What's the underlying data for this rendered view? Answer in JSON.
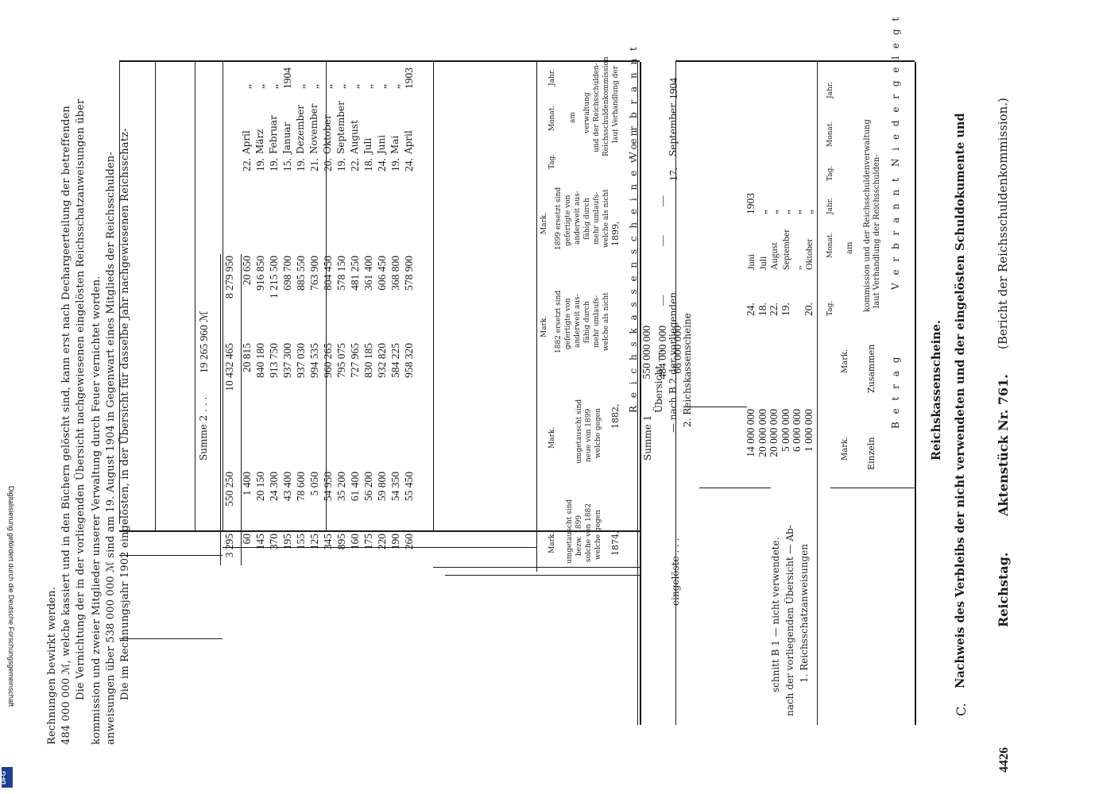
{
  "header": {
    "page_number": "4426",
    "left": "Reichstag.",
    "center": "Aktenstück Nr. 761.",
    "right": "(Bericht der Reichsschuldenkommission.)"
  },
  "section": {
    "letter": "C.",
    "title_line1": "Nachweis des Verbleibs der nicht verwendeten und der eingelösten Schuldokumente und",
    "title_line2": "Reichskassenscheine."
  },
  "table1": {
    "headers": {
      "betrag": "B e t r a g",
      "einzeln": "Einzeln",
      "zusammen": "Zusammen",
      "mark": "Mark.",
      "verbrannt": "V e r b r a n n t",
      "verbrannt_sub": [
        "laut Verhandlung der Reichsschulden-",
        "kommission und der Reichsschuldenverwaltung",
        "am"
      ],
      "niedergelegt": "N i e d e r g e l e g t",
      "tag": "Tag.",
      "monat": "Monat.",
      "jahr": "Jahr."
    },
    "item_label": [
      "1.  Reichsschatzanweisungen",
      "nach der vorliegenden Übersicht — Ab-",
      "schnitt B 1 — nicht verwendete."
    ],
    "eingeloeste_label": "eingelöste  .  .  .",
    "summe_label": "Summe 1",
    "einzeln_values": [
      "14 000 000",
      "20 000 000",
      "20 000 000",
      "5 000 000",
      "6 000 000",
      "1 000 000"
    ],
    "zusammen_values": [
      "66 000 000",
      "484 000 000",
      "550 000 000"
    ],
    "verbrannt_tag": [
      "24.",
      "18.",
      "22.",
      "19.",
      "",
      "20."
    ],
    "verbrannt_monat": [
      "Juni",
      "Juli",
      "August",
      "September",
      "„",
      "Oktober"
    ],
    "verbrannt_jahr": [
      "1903",
      "„",
      "„",
      "„",
      "„",
      "„"
    ],
    "niedergelegt_tag": "17.",
    "niedergelegt_monat": "September",
    "niedergelegt_jahr": "1904",
    "dash": "—"
  },
  "table2": {
    "headers": {
      "rks_von": "R e i c h s k a s s e n s c h e i n e   v o n",
      "y1874": "1874,",
      "c1874": [
        "welche gegen",
        "solche von 1882",
        "bezw. 1899",
        "umgetauscht sind"
      ],
      "y1882": "1882,",
      "c1882a": [
        "welche gegen",
        "neue von 1899",
        "umgetauscht sind"
      ],
      "c1882b": [
        "welche als nicht",
        "mehr umlaufs-",
        "fähig durch",
        "anderweit aus-",
        "gefertigte von",
        "1882 ersetzt sind"
      ],
      "y1899": "1899,",
      "c1899": [
        "welche als nicht",
        "mehr umlaufs-",
        "fähig durch",
        "anderweit aus-",
        "gefertigte von",
        "1899 ersetzt sind"
      ],
      "verbrannt": "V e r b r a n n t",
      "verbrannt_sub": [
        "laut Verhandlung der",
        "Reichsschuldenkommission",
        "und der Reichsschulden-",
        "verwaltung",
        "am"
      ],
      "mark": "Mark.",
      "tag": "Tag.",
      "monat": "Monat.",
      "jahr": "Jahr."
    },
    "item_label": [
      "2.  Reichskassenscheine",
      "— nach B 2 der vorliegenden",
      "Übersicht —."
    ],
    "col1874": [
      "260",
      "190",
      "220",
      "175",
      "160",
      "895",
      "345",
      "125",
      "155",
      "195",
      "370",
      "145",
      "60"
    ],
    "col1882a": [
      "55 450",
      "54 350",
      "59 800",
      "56 200",
      "61 400",
      "35 200",
      "54 950",
      "5 050",
      "78 600",
      "43 400",
      "24 300",
      "20 150",
      "1 400"
    ],
    "col1882b": [
      "958 320",
      "584 225",
      "932 820",
      "830 185",
      "727 965",
      "795 075",
      "960 265",
      "994 535",
      "937 030",
      "937 300",
      "913 750",
      "840 180",
      "20 815"
    ],
    "col1899": [
      "578 900",
      "368 800",
      "606 450",
      "361 400",
      "481 250",
      "578 150",
      "804 450",
      "763 900",
      "885 550",
      "698 700",
      "1 215 500",
      "916 850",
      "20 650"
    ],
    "tag": [
      "24.",
      "19.",
      "24.",
      "18.",
      "22.",
      "19.",
      "20.",
      "21.",
      "19.",
      "15.",
      "19.",
      "19.",
      "22."
    ],
    "monat": [
      "April",
      "Mai",
      "Juni",
      "Juli",
      "August",
      "September",
      "Oktober",
      "November",
      "Dezember",
      "Januar",
      "Februar",
      "März",
      "April"
    ],
    "jahr": [
      "1903",
      "„",
      "„",
      "„",
      "„",
      "„",
      "„",
      "„",
      "„",
      "1904",
      "„",
      "„",
      "„"
    ],
    "totals": [
      "3 295",
      "550 250",
      "10 432 465",
      "8 279 950"
    ],
    "summe_label": "Summe 2  .  .  .",
    "summe_value": "19 265 960 ℳ"
  },
  "footnote": {
    "p1": [
      "Die im Rechnungsjahr 1902 eingelösten, in der Übersicht für dasselbe Jahr nachgewiesenen Reichsschatz-",
      "anweisungen über 538 000 000 ℳ sind am 19. August 1904 in Gegenwart eines Mitglieds der Reichsschulden-",
      "kommission und zweier Mitglieder unserer Verwaltung durch Feuer vernichtet worden."
    ],
    "p2": [
      "Die Vernichtung der in der vorliegenden Übersicht nachgewiesenen eingelösten Reichsschatzanweisungen über",
      "484 000 000 ℳ, welche kassiert und in den Büchern gelöscht sind, kann erst nach Decharge­erteilung der betreffenden",
      "Rechnungen bewirkt werden."
    ]
  },
  "sidebar": {
    "credit": "Digitalisierung gefördert durch die Deutsche Forschungsgemeinschaft",
    "logo": "DFG"
  }
}
